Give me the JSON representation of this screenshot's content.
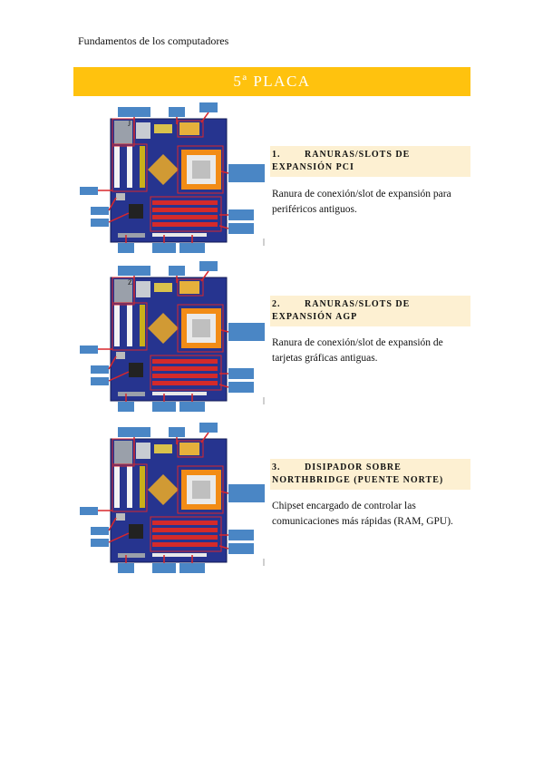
{
  "header": {
    "running_title": "Fundamentos de los computadores"
  },
  "banner": {
    "title": "5ª PLACA"
  },
  "sections": [
    {
      "number": "1.",
      "title": "RANURAS/SLOTS DE EXPANSIÓN PCI",
      "description": "Ranura de conexión/slot de expansión para periféricos antiguos.",
      "board_label": "J"
    },
    {
      "number": "2.",
      "title": "RANURAS/SLOTS DE EXPANSIÓN AGP",
      "description": "Ranura de conexión/slot de expansión de tarjetas gráficas antiguas.",
      "board_label": "Z"
    },
    {
      "number": "3.",
      "title": "DISIPADOR SOBRE NORTHBRIDGE (PUENTE NORTE)",
      "description": "Chipset encargado de controlar las comunicaciones más rápidas (RAM, GPU).",
      "board_label": ""
    }
  ],
  "colors": {
    "banner": "#ffc20e",
    "heading_bg": "#fdf0d2",
    "label_box": "#4a86c5",
    "arrow": "#d9262b",
    "pcb": "#26348f"
  }
}
